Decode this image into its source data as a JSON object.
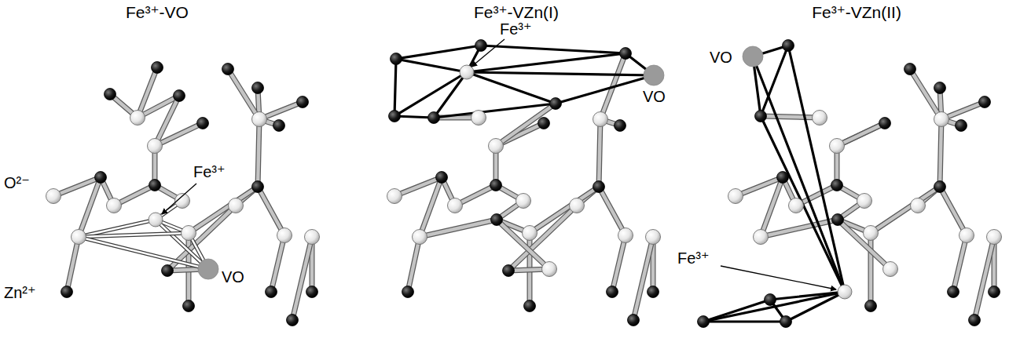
{
  "diagram": {
    "labels": [
      "Fe³⁺-VO",
      "Fe³⁺-VZn(I)",
      "Fe³⁺-VZn(II)",
      "Fe³⁺",
      "VO",
      "O²⁻",
      "Zn²⁺",
      "Fe³⁺",
      "VO",
      "Fe³⁺",
      "VO"
    ]
  }
}
